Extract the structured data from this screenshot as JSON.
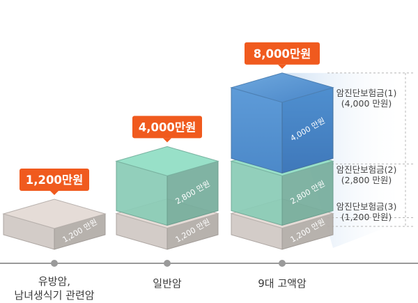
{
  "chart_data": {
    "type": "bar",
    "stacked": true,
    "style": "3d-isometric",
    "categories": [
      "유방암,\n남녀생식기 관련암",
      "일반암",
      "9대 고액암"
    ],
    "totals": [
      "1,200만원",
      "4,000만원",
      "8,000만원"
    ],
    "series": [
      {
        "legend": "암진단보험금(3)\n(1,200 만원)",
        "values": [
          1200,
          1200,
          1200
        ],
        "labels": [
          "1,200 만원",
          "1,200 만원",
          "1,200 만원"
        ],
        "color": "#d8d0cb"
      },
      {
        "legend": "암진단보험금(2)\n(2,800 만원)",
        "values": [
          null,
          2800,
          2800
        ],
        "labels": [
          "",
          "2,800 만원",
          "2,800 만원"
        ],
        "color": "#8fd3bd"
      },
      {
        "legend": "암진단보험금(1)\n(4,000 만원)",
        "values": [
          null,
          null,
          4000
        ],
        "labels": [
          "",
          "",
          "4,000 만원"
        ],
        "color": "#5b96d3"
      }
    ],
    "colors": {
      "callout": "#f05a1e",
      "axis": "#9a9a9a",
      "guide": "#b5b5b5"
    },
    "grid": false
  }
}
